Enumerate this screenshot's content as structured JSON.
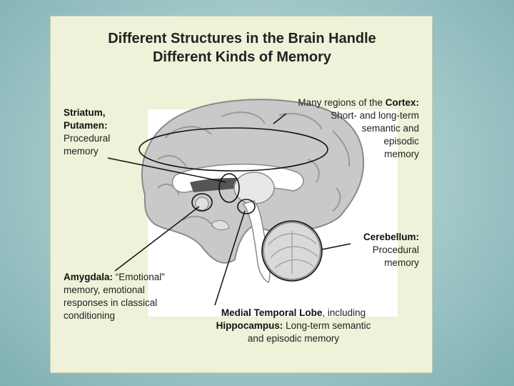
{
  "title": {
    "line1": "Different Structures in the Brain Handle",
    "line2": "Different Kinds of Memory"
  },
  "labels": {
    "striatum": {
      "name_line1": "Striatum,",
      "name_line2": "Putamen:",
      "desc_line1": "Procedural",
      "desc_line2": "memory"
    },
    "cortex": {
      "prefix": "Many regions of the ",
      "name": "Cortex:",
      "desc_line1": "Short- and long-term",
      "desc_line2": "semantic and",
      "desc_line3": "episodic",
      "desc_line4": "memory"
    },
    "cerebellum": {
      "name": "Cerebellum:",
      "desc_line1": "Procedural",
      "desc_line2": "memory"
    },
    "amygdala": {
      "name": "Amygdala:",
      "desc_first": " “Emotional”",
      "desc_line2": "memory, emotional",
      "desc_line3": "responses in classical",
      "desc_line4": "conditioning"
    },
    "temporal": {
      "name": "Medial Temporal Lobe",
      "suffix": ", including",
      "name2": "Hippocampus:",
      "desc2": " Long-term semantic",
      "desc_line3": "and episodic memory"
    }
  },
  "colors": {
    "background": "#a9cccd",
    "card": "#eef2d8",
    "brain_fill": "#c9c9c9",
    "brain_outline": "#8a8a8a",
    "leader_line": "#111111"
  }
}
